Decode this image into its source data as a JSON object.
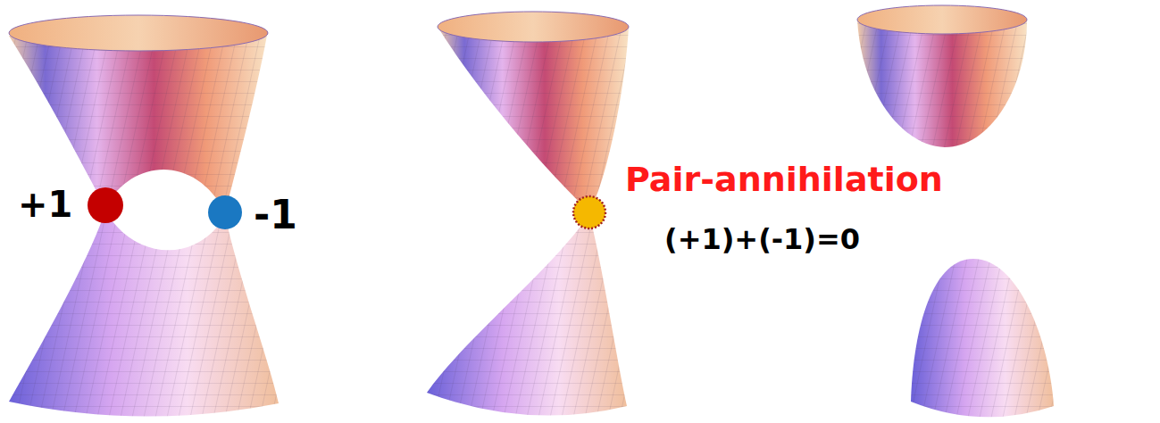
{
  "diagram": {
    "labels": [
      "+1",
      "-1",
      "Pair-annihilation",
      "(+1)+(-1)=0"
    ]
  }
}
